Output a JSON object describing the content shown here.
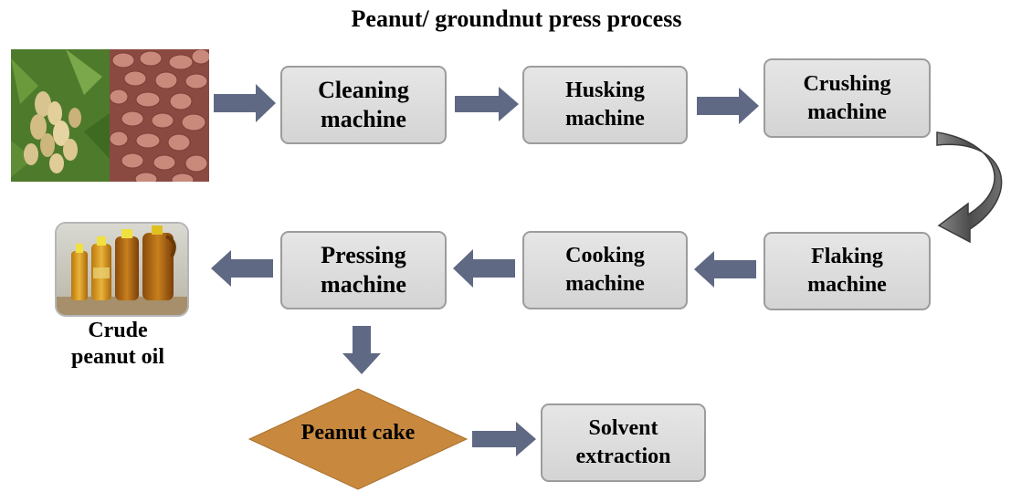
{
  "title": "Peanut/ groundnut  press process",
  "steps": {
    "cleaning": [
      "Cleaning",
      "machine"
    ],
    "husking": [
      "Husking",
      "machine"
    ],
    "crushing": [
      "Crushing",
      "machine"
    ],
    "flaking": [
      "Flaking",
      "machine"
    ],
    "cooking": [
      "Cooking",
      "machine"
    ],
    "pressing": [
      "Pressing",
      "machine"
    ],
    "solvent": [
      "Solvent",
      "extraction"
    ]
  },
  "peanut_cake": "Peanut cake",
  "crude_oil": [
    "Crude",
    "peanut oil"
  ],
  "colors": {
    "box_fill": "#dcdcdc",
    "box_border": "#9c9c9c",
    "arrow": "#5f6984",
    "diamond": "#c8893f"
  }
}
